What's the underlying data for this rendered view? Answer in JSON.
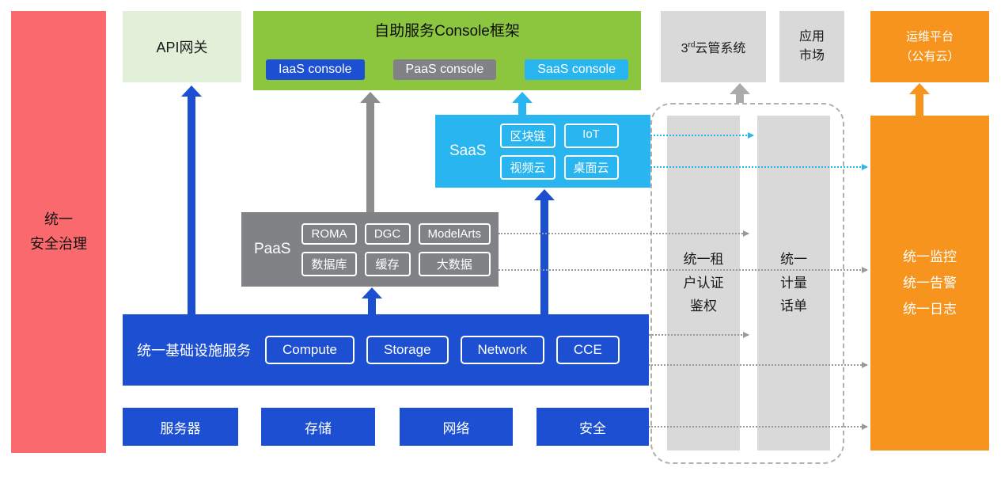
{
  "palette": {
    "red": "#F9696E",
    "light_green": "#E2F0DA",
    "green": "#8CC63F",
    "blue": "#1C4FD1",
    "gray": "#808285",
    "light_gray": "#D9D9D9",
    "cyan": "#29B6F0",
    "orange": "#F7941E"
  },
  "security_bar": {
    "label": "统一\n安全治理"
  },
  "api_gateway": {
    "label": "API网关"
  },
  "console_framework": {
    "title": "自助服务Console框架",
    "buttons": [
      {
        "label": "IaaS console",
        "color": "#1C4FD1"
      },
      {
        "label": "PaaS console",
        "color": "#808285"
      },
      {
        "label": "SaaS console",
        "color": "#29B6F0"
      }
    ]
  },
  "third_party_cloud": {
    "number": "3",
    "superscript": "rd",
    "text": "云管系统"
  },
  "app_market": {
    "label": "应用\n市场"
  },
  "om_platform": {
    "label": "运维平台\n（公有云）"
  },
  "saas": {
    "label": "SaaS",
    "chips": [
      "区块链",
      "IoT",
      "视频云",
      "桌面云"
    ]
  },
  "paas": {
    "label": "PaaS",
    "chips": [
      "ROMA",
      "DGC",
      "ModelArts",
      "数据库",
      "缓存",
      "大数据"
    ]
  },
  "infrastructure": {
    "label": "统一基础设施服务",
    "chips": [
      "Compute",
      "Storage",
      "Network",
      "CCE"
    ]
  },
  "hardware": {
    "items": [
      "服务器",
      "存储",
      "网络",
      "安全"
    ]
  },
  "auth_bar": {
    "label": "统一租\n户认证\n鉴权"
  },
  "billing_bar": {
    "label": "统一\n计量\n话单"
  },
  "monitor_bar": {
    "label": "统一监控\n统一告警\n统一日志"
  }
}
